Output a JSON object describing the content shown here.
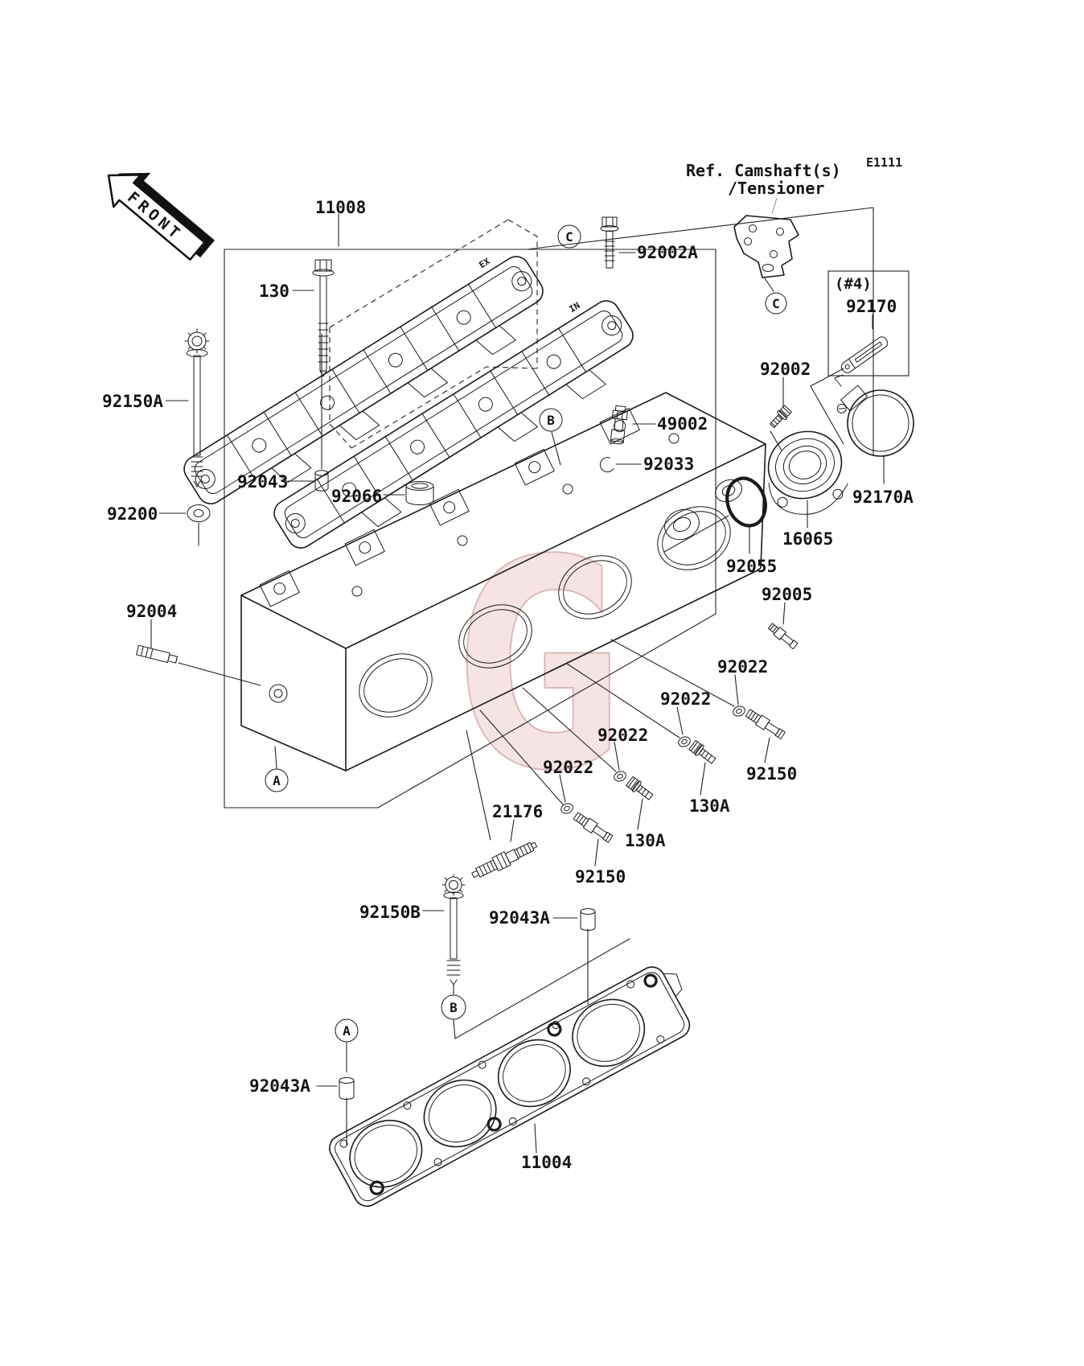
{
  "diagram": {
    "code": "E1111",
    "reference_note": {
      "line1": "Ref. Camshaft(s)",
      "line2": "/Tensioner"
    },
    "front_marker": "FRONT",
    "quantity_note": "(#4)",
    "rail_marks": {
      "exhaust": "EX",
      "intake": "IN"
    },
    "callout_letters": {
      "a": "A",
      "b": "B",
      "c": "C"
    },
    "watermark_letter": "G",
    "colors": {
      "background": "#ffffff",
      "line": "#1a1a1a",
      "watermark_fill": "#f6e4e4",
      "watermark_edge": "#dcb9b9"
    }
  },
  "part_numbers": {
    "n11008": "11008",
    "n130": "130",
    "n92002a": "92002A",
    "n92170": "92170",
    "n92002": "92002",
    "n49002": "49002",
    "n92033": "92033",
    "n92150a": "92150A",
    "n92043": "92043",
    "n92066": "92066",
    "n92200": "92200",
    "n16065": "16065",
    "n92055": "92055",
    "n92170a": "92170A",
    "n92005": "92005",
    "n92004": "92004",
    "n92022": "92022",
    "n92150": "92150",
    "n130a": "130A",
    "n21176": "21176",
    "n92150b": "92150B",
    "n92043a": "92043A",
    "n11004": "11004"
  }
}
